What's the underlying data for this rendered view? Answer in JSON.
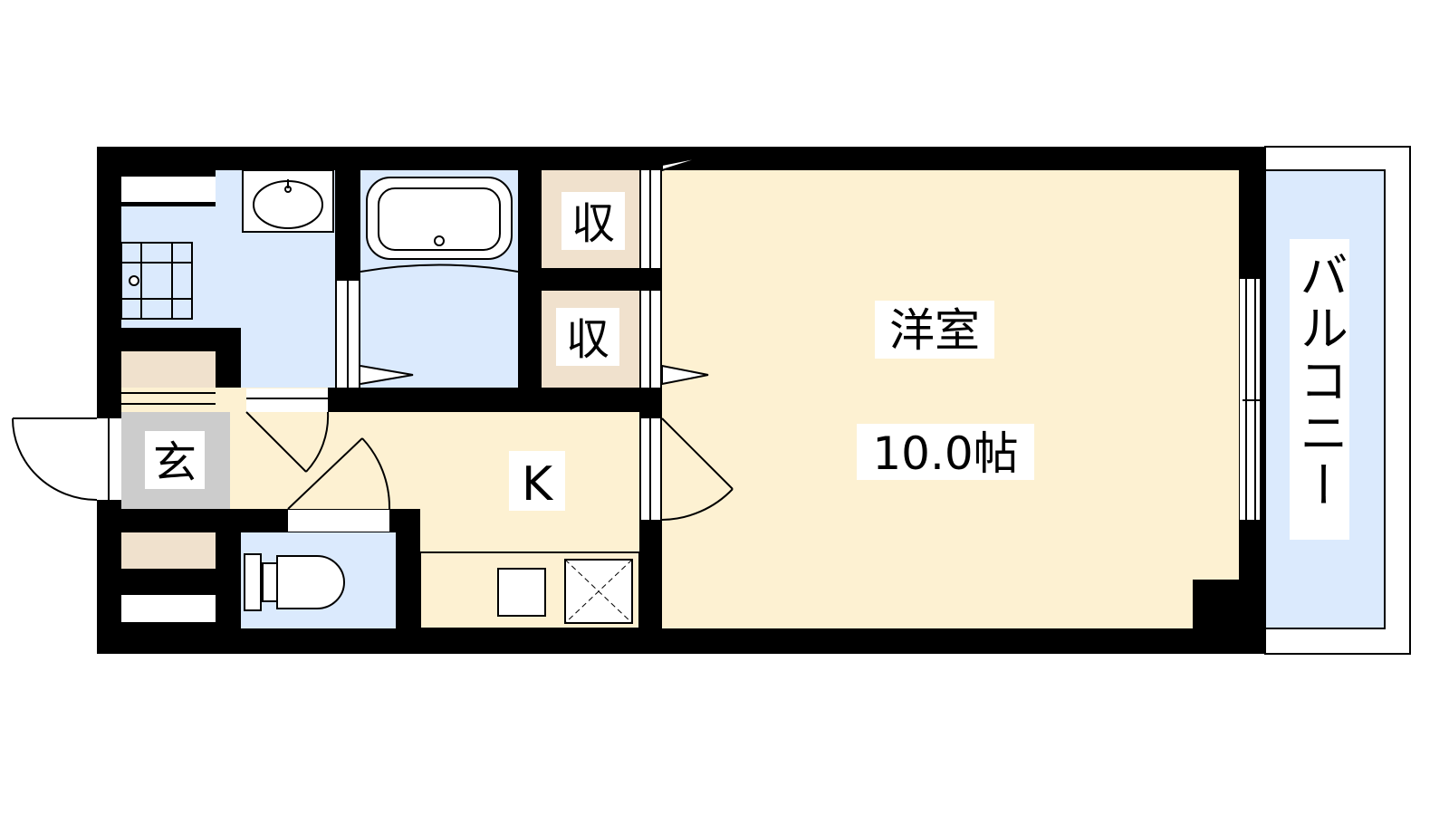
{
  "rooms": {
    "western_room_name": "洋室",
    "western_room_size": "10.0帖",
    "kitchen": "K",
    "entrance": "玄",
    "storage_1": "収",
    "storage_2": "収",
    "balcony": "バルコニー"
  },
  "colors": {
    "wall": "#000000",
    "room_floor": "#fdf1d2",
    "wet_area": "#dbeafd",
    "storage_floor": "#f0e1cd",
    "entrance_floor": "#cccccc",
    "label_background": "#ffffff"
  }
}
